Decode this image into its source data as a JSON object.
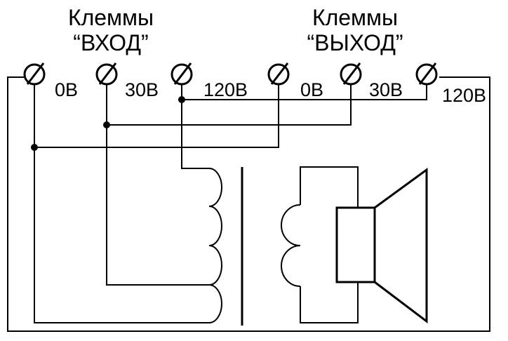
{
  "headings": {
    "input_line1": "Клеммы",
    "input_line2": "“ВХОД”",
    "output_line1": "Клеммы",
    "output_line2": "“ВЫХОД”"
  },
  "terminals": {
    "in_0": "0В",
    "in_30": "30В",
    "in_120": "120В",
    "out_0": "0В",
    "out_30": "30В",
    "out_120": "120В"
  },
  "colors": {
    "line": "#000000",
    "background": "#ffffff"
  }
}
